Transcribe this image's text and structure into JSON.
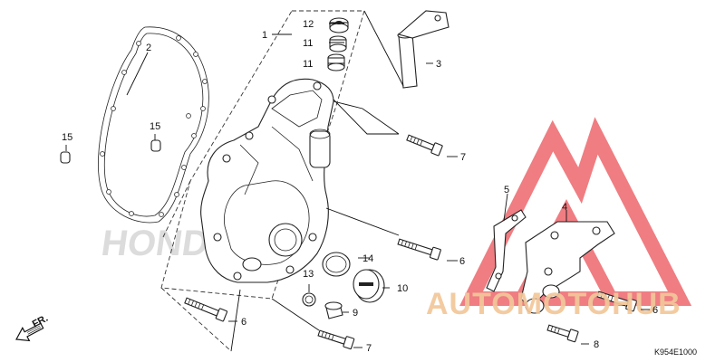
{
  "diagram": {
    "drawing_code": "K954E1000",
    "direction_label": "FR.",
    "callouts": [
      {
        "id": "c1",
        "text": "1"
      },
      {
        "id": "c2",
        "text": "2"
      },
      {
        "id": "c3",
        "text": "3"
      },
      {
        "id": "c4",
        "text": "4"
      },
      {
        "id": "c5",
        "text": "5"
      },
      {
        "id": "c6a",
        "text": "6"
      },
      {
        "id": "c6b",
        "text": "6"
      },
      {
        "id": "c6c",
        "text": "6"
      },
      {
        "id": "c7a",
        "text": "7"
      },
      {
        "id": "c7b",
        "text": "7"
      },
      {
        "id": "c8",
        "text": "8"
      },
      {
        "id": "c9",
        "text": "9"
      },
      {
        "id": "c10",
        "text": "10"
      },
      {
        "id": "c11a",
        "text": "11"
      },
      {
        "id": "c11b",
        "text": "11"
      },
      {
        "id": "c12",
        "text": "12"
      },
      {
        "id": "c13",
        "text": "13"
      },
      {
        "id": "c14",
        "text": "14"
      },
      {
        "id": "c15a",
        "text": "15"
      },
      {
        "id": "c15b",
        "text": "15"
      }
    ]
  },
  "watermark": {
    "text": "AUTOMOTOHUB",
    "brand_text": "HONDA",
    "colors": {
      "triangle": "#ee6f75",
      "text_light": "#f2c79a",
      "text_dark": "#3a3a3a",
      "brand": "#d9d9d9"
    }
  }
}
